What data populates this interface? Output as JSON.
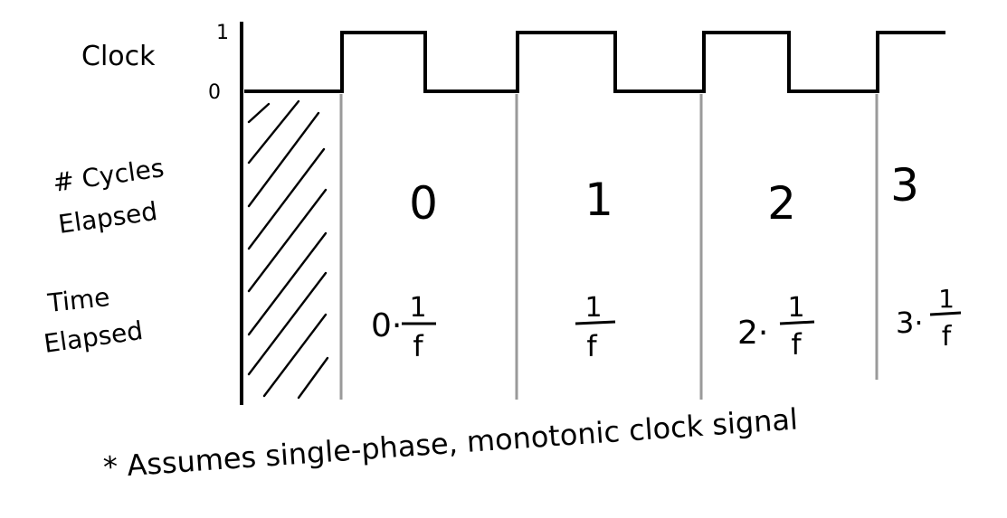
{
  "labels": {
    "clock": "Clock",
    "high": "1",
    "low": "0",
    "cycles_line1": "# Cycles",
    "cycles_line2": "Elapsed",
    "time_line1": "Time",
    "time_line2": "Elapsed",
    "footnote": "* Assumes single-phase, monotonic clock signal"
  },
  "cycle_counts": [
    "0",
    "1",
    "2",
    "3"
  ],
  "time_multipliers": [
    "0·",
    "",
    "2·",
    "3·"
  ],
  "fraction": {
    "numerator": "1",
    "denominator": "f"
  },
  "colors": {
    "ink": "#000000",
    "divider": "#9a9a9a"
  }
}
